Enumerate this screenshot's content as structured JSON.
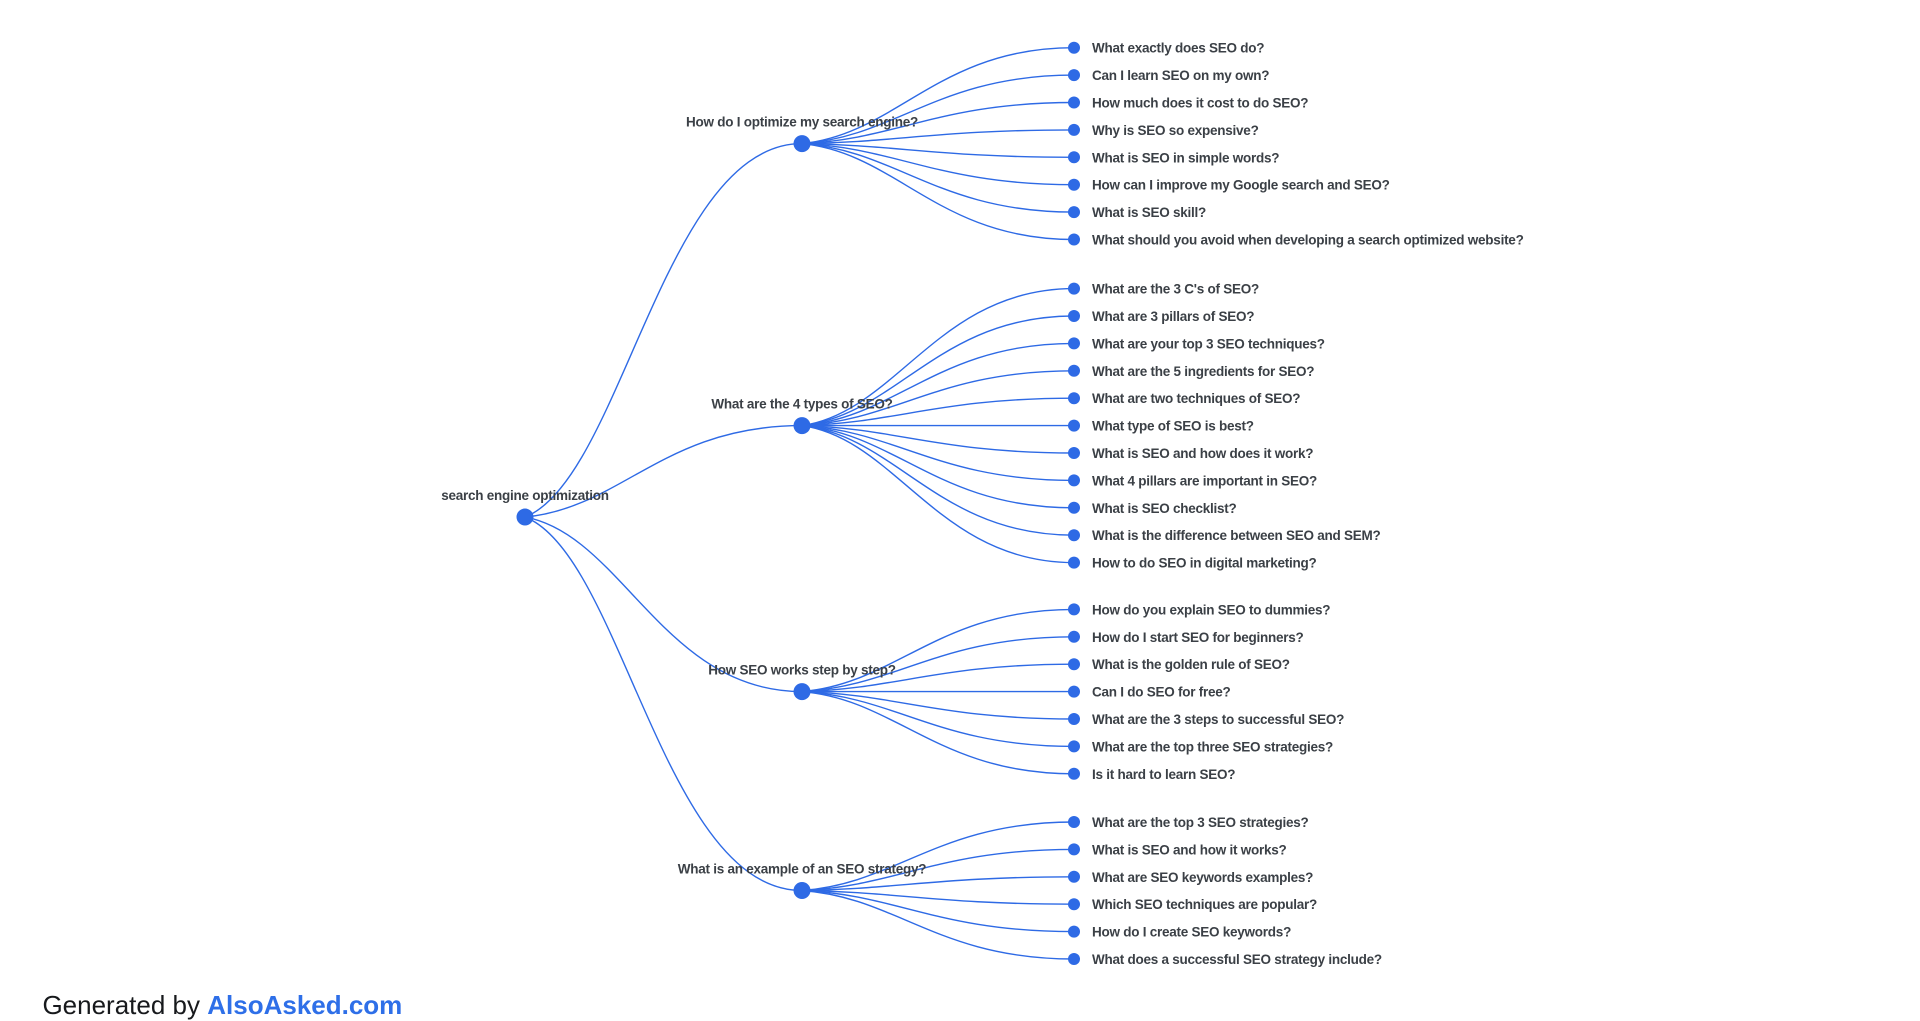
{
  "diagram": {
    "root": {
      "label": "search engine optimization"
    },
    "branches": [
      {
        "label": "How do I optimize my search engine?",
        "children": [
          "What exactly does SEO do?",
          "Can I learn SEO on my own?",
          "How much does it cost to do SEO?",
          "Why is SEO so expensive?",
          "What is SEO in simple words?",
          "How can I improve my Google search and SEO?",
          "What is SEO skill?",
          "What should you avoid when developing a search optimized website?"
        ]
      },
      {
        "label": "What are the 4 types of SEO?",
        "children": [
          "What are the 3 C's of SEO?",
          "What are 3 pillars of SEO?",
          "What are your top 3 SEO techniques?",
          "What are the 5 ingredients for SEO?",
          "What are two techniques of SEO?",
          "What type of SEO is best?",
          "What is SEO and how does it work?",
          "What 4 pillars are important in SEO?",
          "What is SEO checklist?",
          "What is the difference between SEO and SEM?",
          "How to do SEO in digital marketing?"
        ]
      },
      {
        "label": "How SEO works step by step?",
        "children": [
          "How do you explain SEO to dummies?",
          "How do I start SEO for beginners?",
          "What is the golden rule of SEO?",
          "Can I do SEO for free?",
          "What are the 3 steps to successful SEO?",
          "What are the top three SEO strategies?",
          "Is it hard to learn SEO?"
        ]
      },
      {
        "label": "What is an example of an SEO strategy?",
        "children": [
          "What are the top 3 SEO strategies?",
          "What is SEO and how it works?",
          "What are SEO keywords examples?",
          "Which SEO techniques are popular?",
          "How do I create SEO keywords?",
          "What does a successful SEO strategy include?"
        ]
      }
    ]
  },
  "footer": {
    "prefix": "Generated by ",
    "brand": "AlsoAsked.com"
  },
  "colors": {
    "accent": "#2e6ae5",
    "brand": "#2e6fe8",
    "label_text": "#3b4046",
    "footer_text": "#17191c"
  }
}
